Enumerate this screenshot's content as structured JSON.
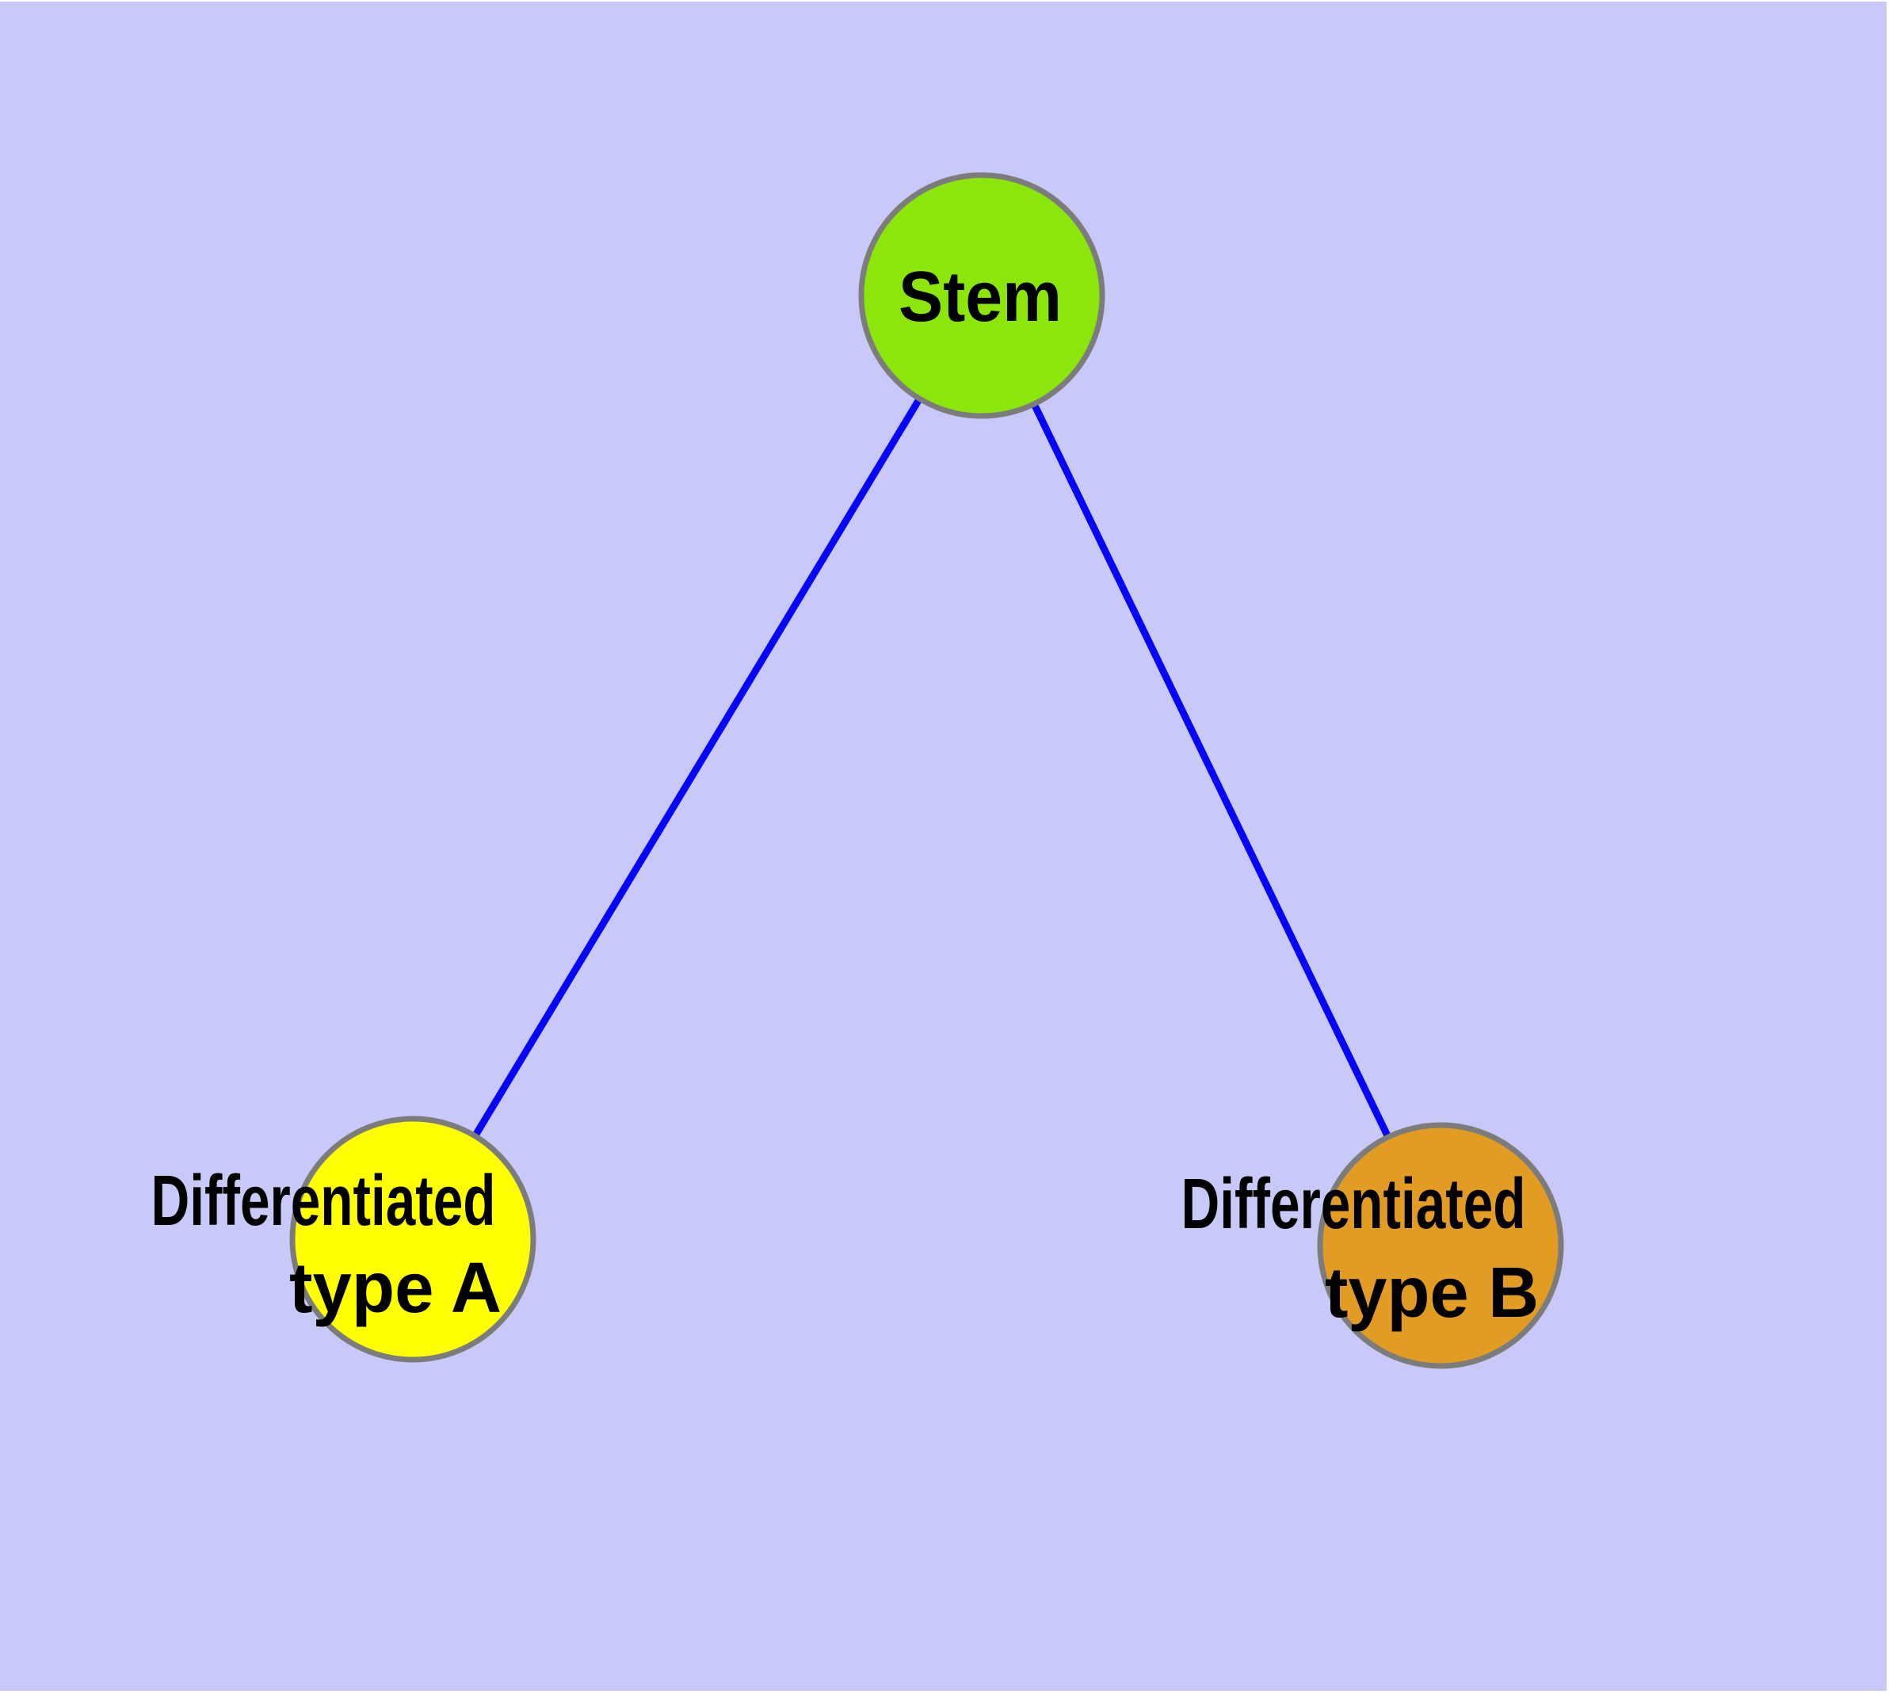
{
  "diagram": {
    "background_color": "#c9c9f9",
    "edge_color": "#0505f8",
    "node_stroke_color": "#7c7c7c",
    "label_color": "#000000",
    "nodes": {
      "stem": {
        "label": "Stem",
        "fill": "#8ce60a"
      },
      "type_a": {
        "label_lines": [
          "Differentiated",
          "type A"
        ],
        "fill": "#ffff00"
      },
      "type_b": {
        "label_lines": [
          "Differentiated",
          "type B"
        ],
        "fill": "#e29b23"
      }
    },
    "edges": [
      {
        "from": "Stem",
        "to": "Differentiated type A"
      },
      {
        "from": "Stem",
        "to": "Differentiated type B"
      }
    ]
  }
}
